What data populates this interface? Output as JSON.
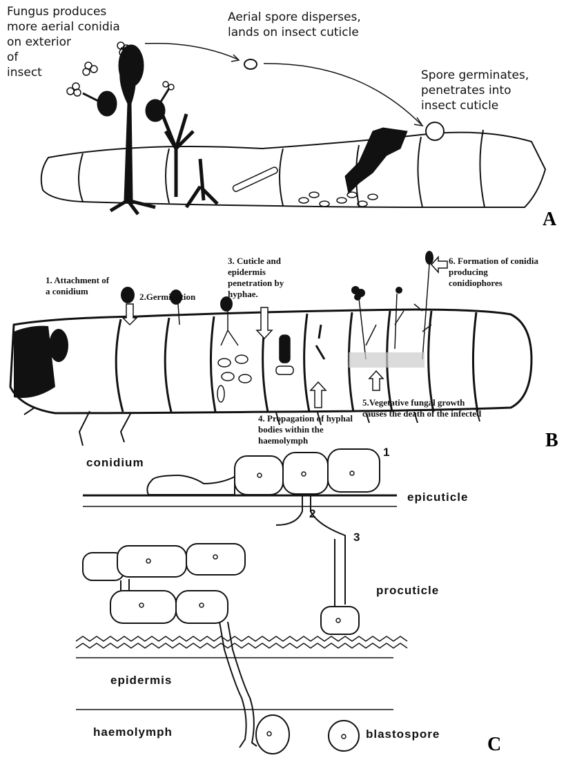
{
  "panel_a": {
    "letter": "A",
    "label_fungus": "Fungus produces\nmore aerial conidia\non exterior\nof\ninsect",
    "label_aerial": "Aerial spore disperses,\nlands on insect cuticle",
    "label_germinates": "Spore germinates,\npenetrates into\ninsect cuticle"
  },
  "panel_b": {
    "letter": "B",
    "step1": "1. Attachment of\na conidium",
    "step2": "2.Germination",
    "step3": "3. Cuticle and\nepidermis\npenetration by\nhyphae.",
    "step4": "4. Propagation of hyphal\nbodies within the\nhaemolymph",
    "step5": "5.Vegetative fungal growth\ncauses the death of the infected",
    "step6": "6. Formation of conidia\nproducing\nconidiophores"
  },
  "panel_c": {
    "letter": "C",
    "conidium": "conidium",
    "epicuticle": "epicuticle",
    "procuticle": "procuticle",
    "epidermis": "epidermis",
    "haemolymph": "haemolymph",
    "blastospore": "blastospore",
    "n1": "1",
    "n2": "2",
    "n3": "3"
  }
}
